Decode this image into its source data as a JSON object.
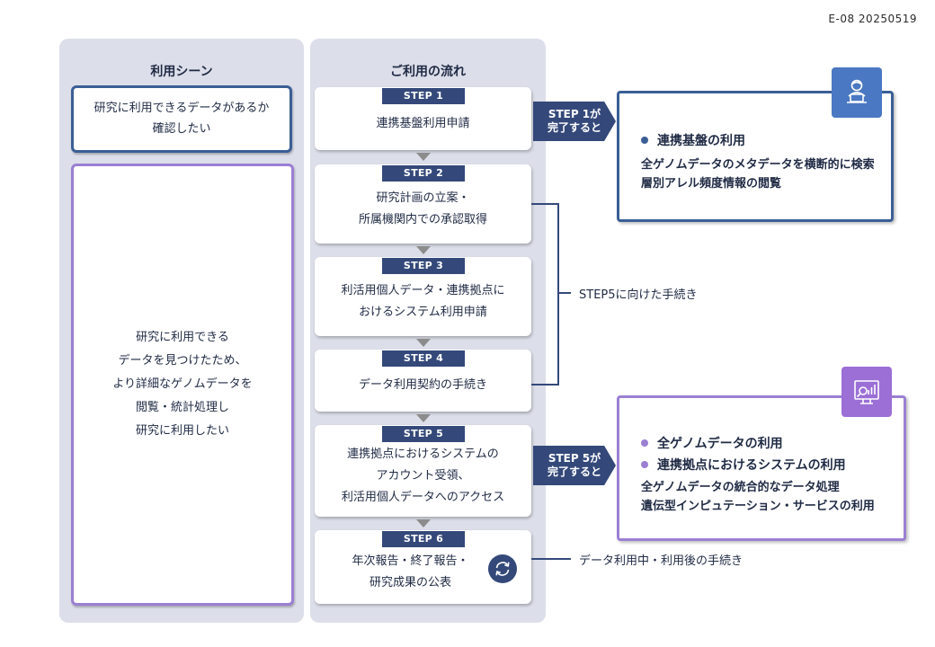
{
  "doc_id": "E-08 20250519",
  "left_panel": {
    "title": "利用シーン",
    "scene1": [
      "研究に利用できるデータがあるか",
      "確認したい"
    ],
    "scene2": [
      "研究に利用できる",
      "データを見つけたため、",
      "より詳細なゲノムデータを",
      "閲覧・統計処理し",
      "研究に利用したい"
    ]
  },
  "flow_panel": {
    "title": "ご利用の流れ",
    "steps": [
      {
        "tag": "STEP 1",
        "lines": [
          "連携基盤利用申請"
        ]
      },
      {
        "tag": "STEP 2",
        "lines": [
          "研究計画の立案・",
          "所属機関内での承認取得"
        ]
      },
      {
        "tag": "STEP 3",
        "lines": [
          "利活用個人データ・連携拠点に",
          "おけるシステム利用申請"
        ]
      },
      {
        "tag": "STEP 4",
        "lines": [
          "データ利用契約の手続き"
        ]
      },
      {
        "tag": "STEP 5",
        "lines": [
          "連携拠点におけるシステムの",
          "アカウント受領、",
          "利活用個人データへのアクセス"
        ]
      },
      {
        "tag": "STEP 6",
        "lines": [
          "年次報告・終了報告・",
          "研究成果の公表"
        ]
      }
    ]
  },
  "arrow1": [
    "STEP 1が",
    "完了すると"
  ],
  "arrow2": [
    "STEP 5が",
    "完了すると"
  ],
  "result1": {
    "heading": "連携基盤の利用",
    "desc": [
      "全ゲノムデータのメタデータを横断的に検索",
      "層別アレル頻度情報の閲覧"
    ]
  },
  "result2": {
    "headings": [
      "全ゲノムデータの利用",
      "連携拠点におけるシステムの利用"
    ],
    "desc": [
      "全ゲノムデータの統合的なデータ処理",
      "遺伝型インピュテーション・サービスの利用"
    ]
  },
  "bracket_note": "STEP5に向けた手続き",
  "step6_note": "データ利用中・利用後の手続き",
  "icons": {
    "result1": "person-laptop-icon",
    "result2": "chart-analysis-icon",
    "step6": "refresh-cycle-icon"
  },
  "colors": {
    "navy": "#34497a",
    "blue_border": "#3a5f96",
    "purple_border": "#9b7fd3",
    "icon_blue": "#4a78c2",
    "icon_purple": "#9b6fd6"
  }
}
